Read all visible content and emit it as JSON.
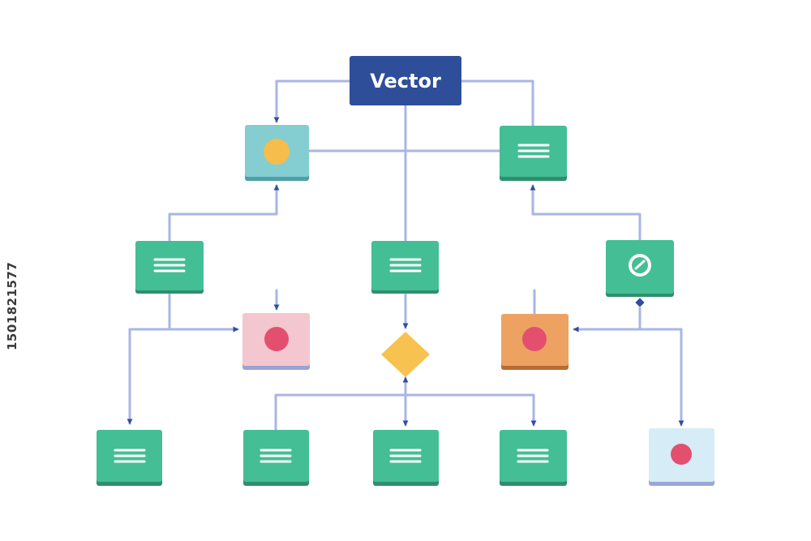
{
  "title": "Vector",
  "side_text": "1501821577",
  "colors": {
    "title_box": "#2f4e9a",
    "green": "#44be95",
    "green_shadow": "#2f8f6d",
    "teal": "#84ced2",
    "teal_shadow": "#4ea0a6",
    "pink": "#f4c6cf",
    "pink_shadow": "#9aa2d2",
    "orange": "#eea262",
    "orange_shadow": "#b86c34",
    "lightblue": "#d6ecf6",
    "lightblue_shadow": "#9aa8d8",
    "dot_yellow": "#f6bc4c",
    "dot_red": "#e3506f",
    "diamond": "#f7c24f",
    "connector": "#a8b6e4",
    "arrowhead": "#2f4e9a"
  },
  "nodes": [
    {
      "id": "title",
      "kind": "title",
      "icon": "none"
    },
    {
      "id": "n-teal-top",
      "kind": "teal",
      "icon": "circle-yellow"
    },
    {
      "id": "n-green-top-right",
      "kind": "green",
      "icon": "lines"
    },
    {
      "id": "n-green-mid-left",
      "kind": "green",
      "icon": "lines"
    },
    {
      "id": "n-green-mid-center",
      "kind": "green",
      "icon": "lines"
    },
    {
      "id": "n-green-check",
      "kind": "green",
      "icon": "check-circle"
    },
    {
      "id": "n-pink",
      "kind": "pink",
      "icon": "circle-red"
    },
    {
      "id": "n-diamond",
      "kind": "diamond",
      "icon": "none"
    },
    {
      "id": "n-orange",
      "kind": "orange",
      "icon": "circle-red"
    },
    {
      "id": "n-green-bottom-1",
      "kind": "green",
      "icon": "lines"
    },
    {
      "id": "n-green-bottom-2",
      "kind": "green",
      "icon": "lines"
    },
    {
      "id": "n-green-bottom-3",
      "kind": "green",
      "icon": "lines"
    },
    {
      "id": "n-green-bottom-4",
      "kind": "green",
      "icon": "lines"
    },
    {
      "id": "n-lightblue",
      "kind": "lightblue",
      "icon": "circle-red"
    }
  ]
}
